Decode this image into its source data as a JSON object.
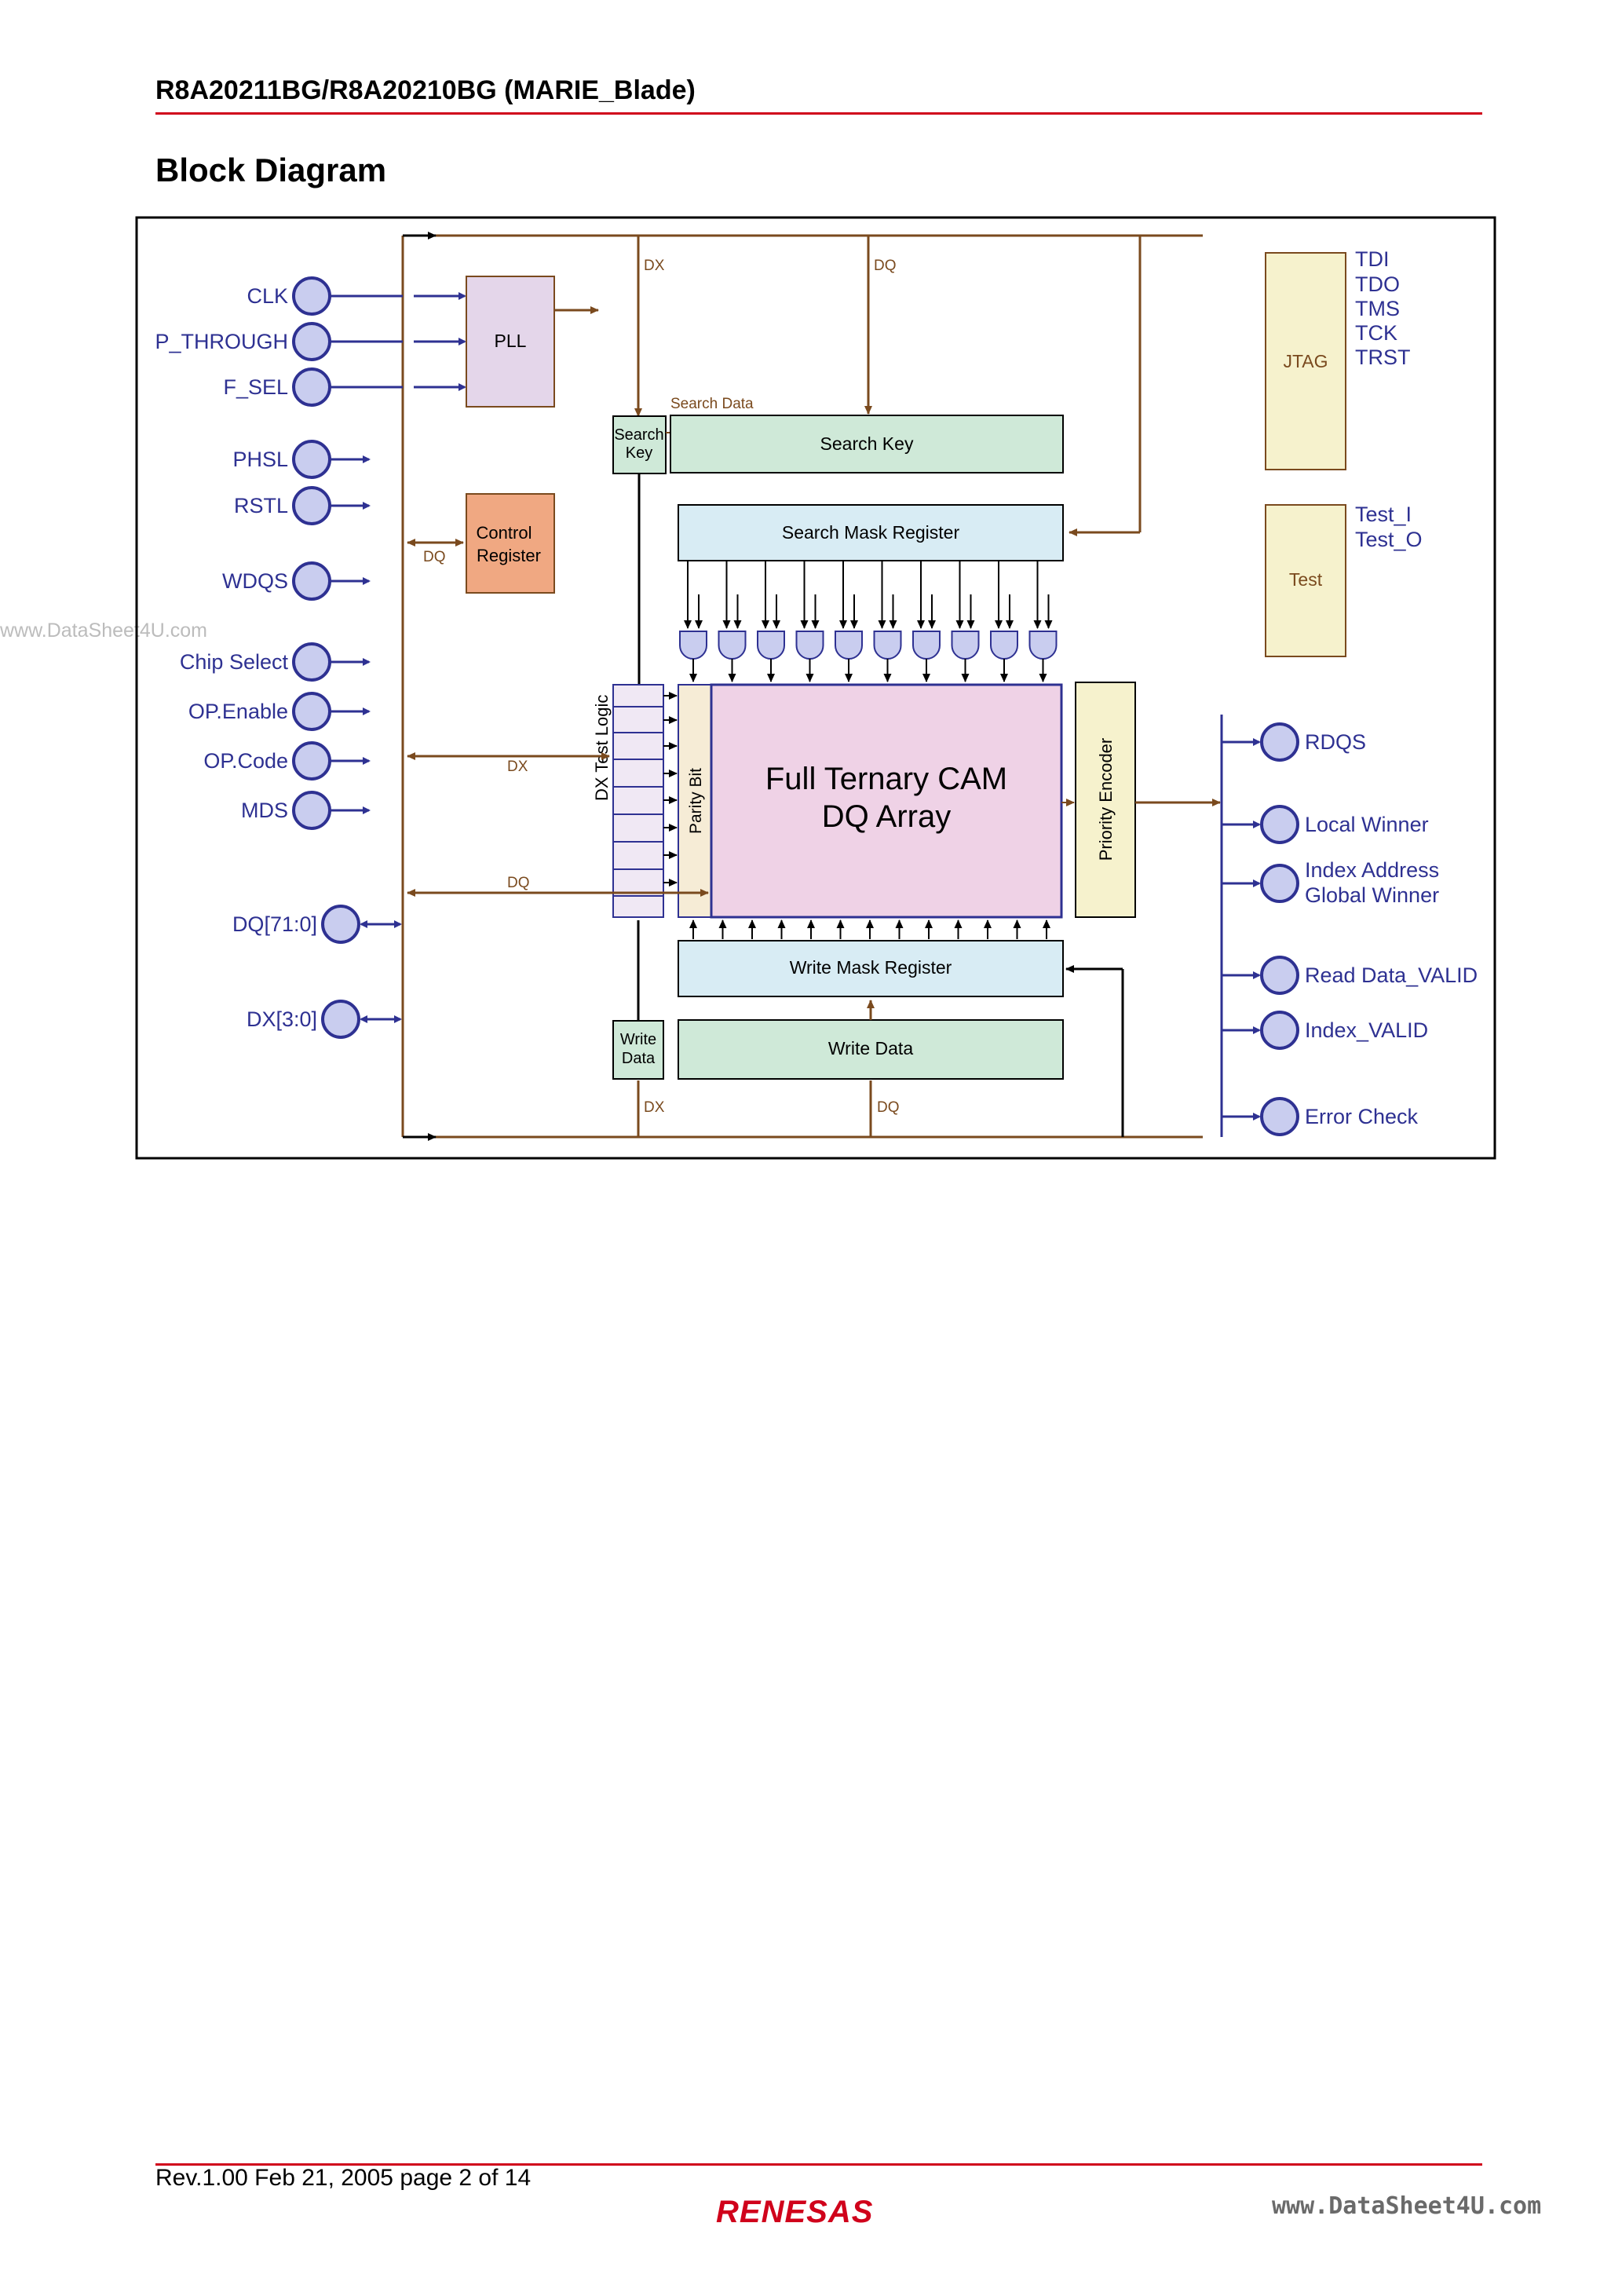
{
  "header": {
    "title": "R8A20211BG/R8A20210BG (MARIE_Blade)",
    "section": "Block Diagram",
    "watermark": "www.DataSheet4U.com"
  },
  "diagram": {
    "inputs": [
      "CLK",
      "P_THROUGH",
      "F_SEL",
      "PHSL",
      "RSTL",
      "WDQS",
      "Chip Select",
      "OP.Enable",
      "OP.Code",
      "MDS"
    ],
    "bidir": [
      "DQ[71:0]",
      "DX[3:0]"
    ],
    "outputs": [
      "RDQS",
      "Local Winner",
      "Index Address",
      "Global Winner",
      "Read Data_VALID",
      "Index_VALID",
      "Error Check"
    ],
    "blocks": {
      "pll": "PLL",
      "control_register": [
        "Control",
        "Register"
      ],
      "search_key_small": [
        "Search",
        "Key"
      ],
      "search_key": "Search Key",
      "search_mask_register": "Search Mask Register",
      "dx_test_logic": "DX Test Logic",
      "parity_bit": "Parity Bit",
      "cam_array": [
        "Full Ternary CAM",
        "DQ Array"
      ],
      "priority_encoder": "Priority Encoder",
      "write_mask_register": "Write Mask Register",
      "write_data_small": [
        "Write",
        "Data"
      ],
      "write_data": "Write Data",
      "jtag": "JTAG",
      "test": "Test"
    },
    "jtag_pins": [
      "TDI",
      "TDO",
      "TMS",
      "TCK",
      "TRST"
    ],
    "test_pins": [
      "Test_I",
      "Test_O"
    ],
    "bus_labels": {
      "dx": "DX",
      "dq": "DQ",
      "search_data": "Search Data"
    },
    "colors": {
      "pin_fill": "#c9cdef",
      "pin_stroke": "#2e3192",
      "bus_brown": "#7a4a1e",
      "pll": "#e4d6ea",
      "control_register": "#f0a882",
      "search_key": "#cfe9d8",
      "mask_register": "#d8ecf4",
      "cam_array": "#efd2e6",
      "priority_encoder": "#f6f2cd",
      "jtag": "#f6f2cd"
    }
  },
  "footer": {
    "revision": "Rev.1.00  Feb 21, 2005  page 2 of 14",
    "logo": "RENESAS",
    "watermark": "www.DataSheet4U.com"
  }
}
